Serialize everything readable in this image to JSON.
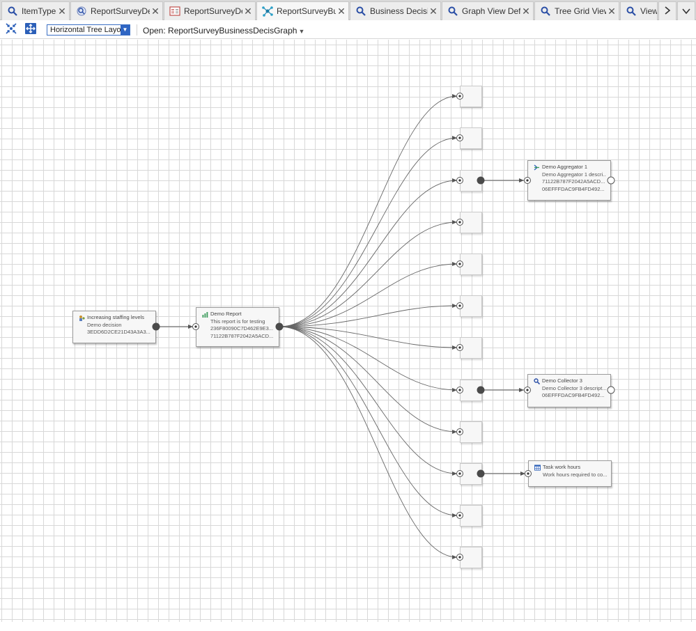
{
  "tabs": [
    {
      "label": "ItemTypes",
      "icon": "search-icon"
    },
    {
      "label": "ReportSurveyDe...",
      "icon": "report-search-icon"
    },
    {
      "label": "ReportSurveyDe...",
      "icon": "form-icon"
    },
    {
      "label": "ReportSurveyBu...",
      "icon": "graph-icon"
    },
    {
      "label": "Business Decisi...",
      "icon": "search-icon"
    },
    {
      "label": "Graph View Defi...",
      "icon": "search-icon"
    },
    {
      "label": "Tree Grid Views",
      "icon": "search-icon"
    },
    {
      "label": "View (",
      "icon": "search-icon"
    }
  ],
  "toolbar": {
    "layout_select": "Horizontal Tree Layout",
    "open_label": "Open: ReportSurveyBusinessDecisGraph"
  },
  "graph": {
    "nodes": {
      "decision": {
        "icon": "decision-icon",
        "title": "Increasing staffing levels",
        "line2": "Demo decision",
        "line3": "3EDD6D2CE21D43A3A3..."
      },
      "report": {
        "icon": "report-chart-icon",
        "title": "Demo Report",
        "line2": "This report is for testing",
        "line3": "236F80090C7D462E9E3...",
        "line4": "71122B787F2042A5ACD..."
      },
      "aggregator": {
        "icon": "aggregator-icon",
        "title": "Demo Aggregator 1",
        "line2": "Demo Aggregator 1 descri...",
        "line3": "71122B787F2042A5ACD...",
        "line4": "06EFFFDAC9FB4FD492..."
      },
      "collector": {
        "icon": "search-icon",
        "title": "Demo Collector 3",
        "line2": "Demo Collector 3 descript...",
        "line3": "06EFFFDAC9FB4FD492..."
      },
      "task": {
        "icon": "grid-icon",
        "title": "Task work hours",
        "line2": "Work hours required to co..."
      }
    },
    "leaf_count": 12
  },
  "colors": {
    "accent": "#2f65c3",
    "edge": "#666666",
    "tab_icon": "#2b4fa6"
  }
}
